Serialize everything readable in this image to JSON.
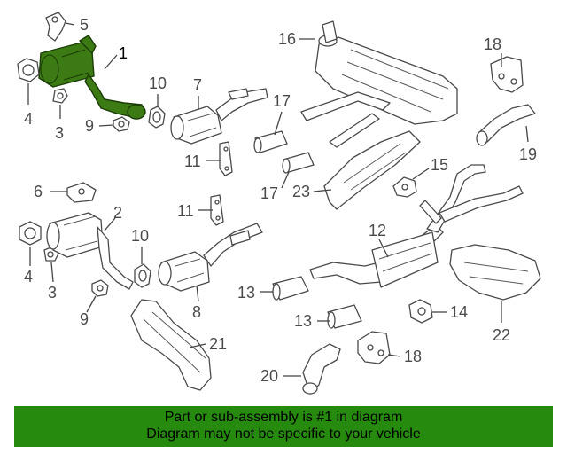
{
  "callouts": {
    "c1": "1",
    "c2": "2",
    "c3a": "3",
    "c3b": "3",
    "c4a": "4",
    "c4b": "4",
    "c5": "5",
    "c6": "6",
    "c7": "7",
    "c8": "8",
    "c9a": "9",
    "c9b": "9",
    "c10a": "10",
    "c10b": "10",
    "c11a": "11",
    "c11b": "11",
    "c12": "12",
    "c13a": "13",
    "c13b": "13",
    "c14": "14",
    "c15": "15",
    "c16": "16",
    "c17a": "17",
    "c17b": "17",
    "c18a": "18",
    "c18b": "18",
    "c19": "19",
    "c20": "20",
    "c21": "21",
    "c22": "22",
    "c23": "23"
  },
  "banner": {
    "line1": "Part or sub-assembly is #1 in diagram",
    "line2": "Diagram may not be specific to your vehicle"
  },
  "colors": {
    "highlight": "#3c7a14",
    "banner": "#268a0e"
  }
}
